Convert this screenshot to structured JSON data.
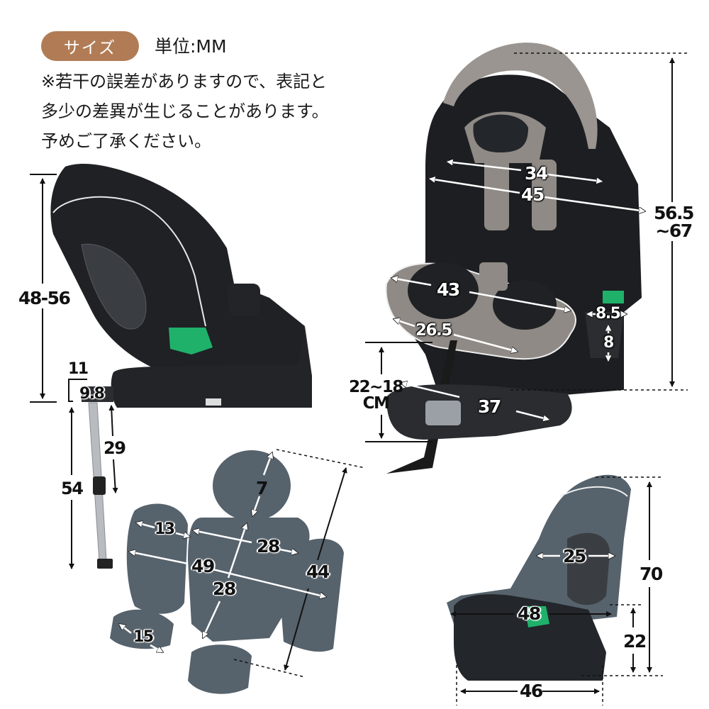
{
  "header": {
    "badge_label": "サイズ",
    "unit_label": "単位:MM",
    "note_lines": [
      "※若干の誤差がありますので、表記と",
      "多少の差異が生じることがあります。",
      "予めご了承ください。"
    ]
  },
  "colors": {
    "badge_bg": "#b17c55",
    "seat_black": "#1c1e22",
    "seat_gray_fabric": "#8f8a85",
    "insert_blue_gray": "#56626c",
    "accent_green": "#1fb16a",
    "support_leg_silver": "#b8bcc0"
  },
  "side_view_left": {
    "height": "48-56",
    "leg_top_width": "11",
    "leg_depth": "9.8",
    "leg_length": "29",
    "leg_total_height": "54"
  },
  "front_view": {
    "shoulder_width_inner": "34",
    "shoulder_width_outer": "45",
    "total_height_line1": "56.5",
    "total_height_line2": "~67",
    "seat_width": "43",
    "seat_depth": "26.5",
    "cupholder_diameter": "8.5",
    "cupholder_depth": "8",
    "base_height_line1": "22~18",
    "base_height_line2": "CM",
    "base_length": "37"
  },
  "insert_cushion": {
    "headrest_height": "7",
    "side_pad_width": "13",
    "body_width": "28",
    "total_width": "49",
    "body_length": "28",
    "total_length": "44",
    "leg_pad_width": "15"
  },
  "side_view_right": {
    "backrest_width": "25",
    "seat_depth": "48",
    "total_height": "70",
    "isofix_height": "22",
    "base_length": "46"
  }
}
